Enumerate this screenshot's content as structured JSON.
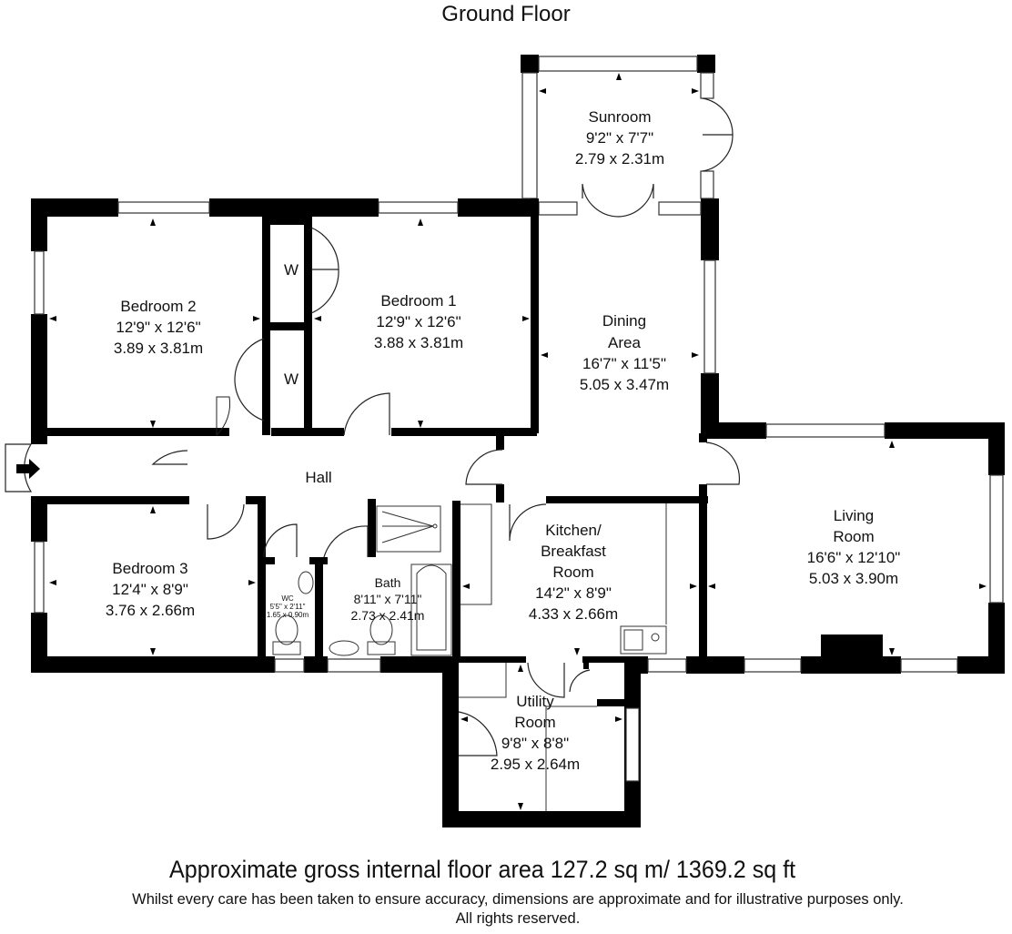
{
  "title": "Ground Floor",
  "rooms": {
    "sunroom": {
      "name": "Sunroom",
      "imperial": "9'2\" x 7'7\"",
      "metric": "2.79 x 2.31m"
    },
    "bedroom2": {
      "name": "Bedroom 2",
      "imperial": "12'9\" x 12'6\"",
      "metric": "3.89 x 3.81m"
    },
    "bedroom1": {
      "name": "Bedroom 1",
      "imperial": "12'9\" x 12'6\"",
      "metric": "3.88 x 3.81m"
    },
    "dining": {
      "name_line1": "Dining",
      "name_line2": "Area",
      "imperial": "16'7\" x 11'5\"",
      "metric": "5.05 x 3.47m"
    },
    "hall": {
      "name": "Hall"
    },
    "bedroom3": {
      "name": "Bedroom 3",
      "imperial": "12'4\" x 8'9\"",
      "metric": "3.76 x 2.66m"
    },
    "wc": {
      "name": "WC",
      "imperial": "5'5\" x 2'11\"",
      "metric": "1.65 x 0.90m"
    },
    "bath": {
      "name": "Bath",
      "imperial": "8'11\" x 7'11\"",
      "metric": "2.73 x 2.41m"
    },
    "kitchen": {
      "name_line1": "Kitchen/",
      "name_line2": "Breakfast",
      "name_line3": "Room",
      "imperial": "14'2\" x 8'9\"",
      "metric": "4.33 x 2.66m"
    },
    "living": {
      "name_line1": "Living",
      "name_line2": "Room",
      "imperial": "16'6\" x 12'10\"",
      "metric": "5.03 x 3.90m"
    },
    "utility": {
      "name_line1": "Utility",
      "name_line2": "Room",
      "imperial": "9'8\" x 8'8\"",
      "metric": "2.95 x 2.64m"
    }
  },
  "wardrobe_label": "W",
  "footer": {
    "area": "Approximate gross internal floor area 127.2 sq m/ 1369.2 sq ft",
    "disclaimer_line1": "Whilst every care has been taken to ensure accuracy, dimensions are approximate and for illustrative purposes only.",
    "disclaimer_line2": "All rights reserved."
  },
  "colors": {
    "wall": "#000000",
    "window": "#ffffff",
    "line": "#222222"
  },
  "icons": [
    "entrance-arrow-icon",
    "shower-tray-icon",
    "bathtub-icon",
    "toilet-icon",
    "basin-icon",
    "kitchen-sink-icon",
    "fireplace-icon"
  ]
}
